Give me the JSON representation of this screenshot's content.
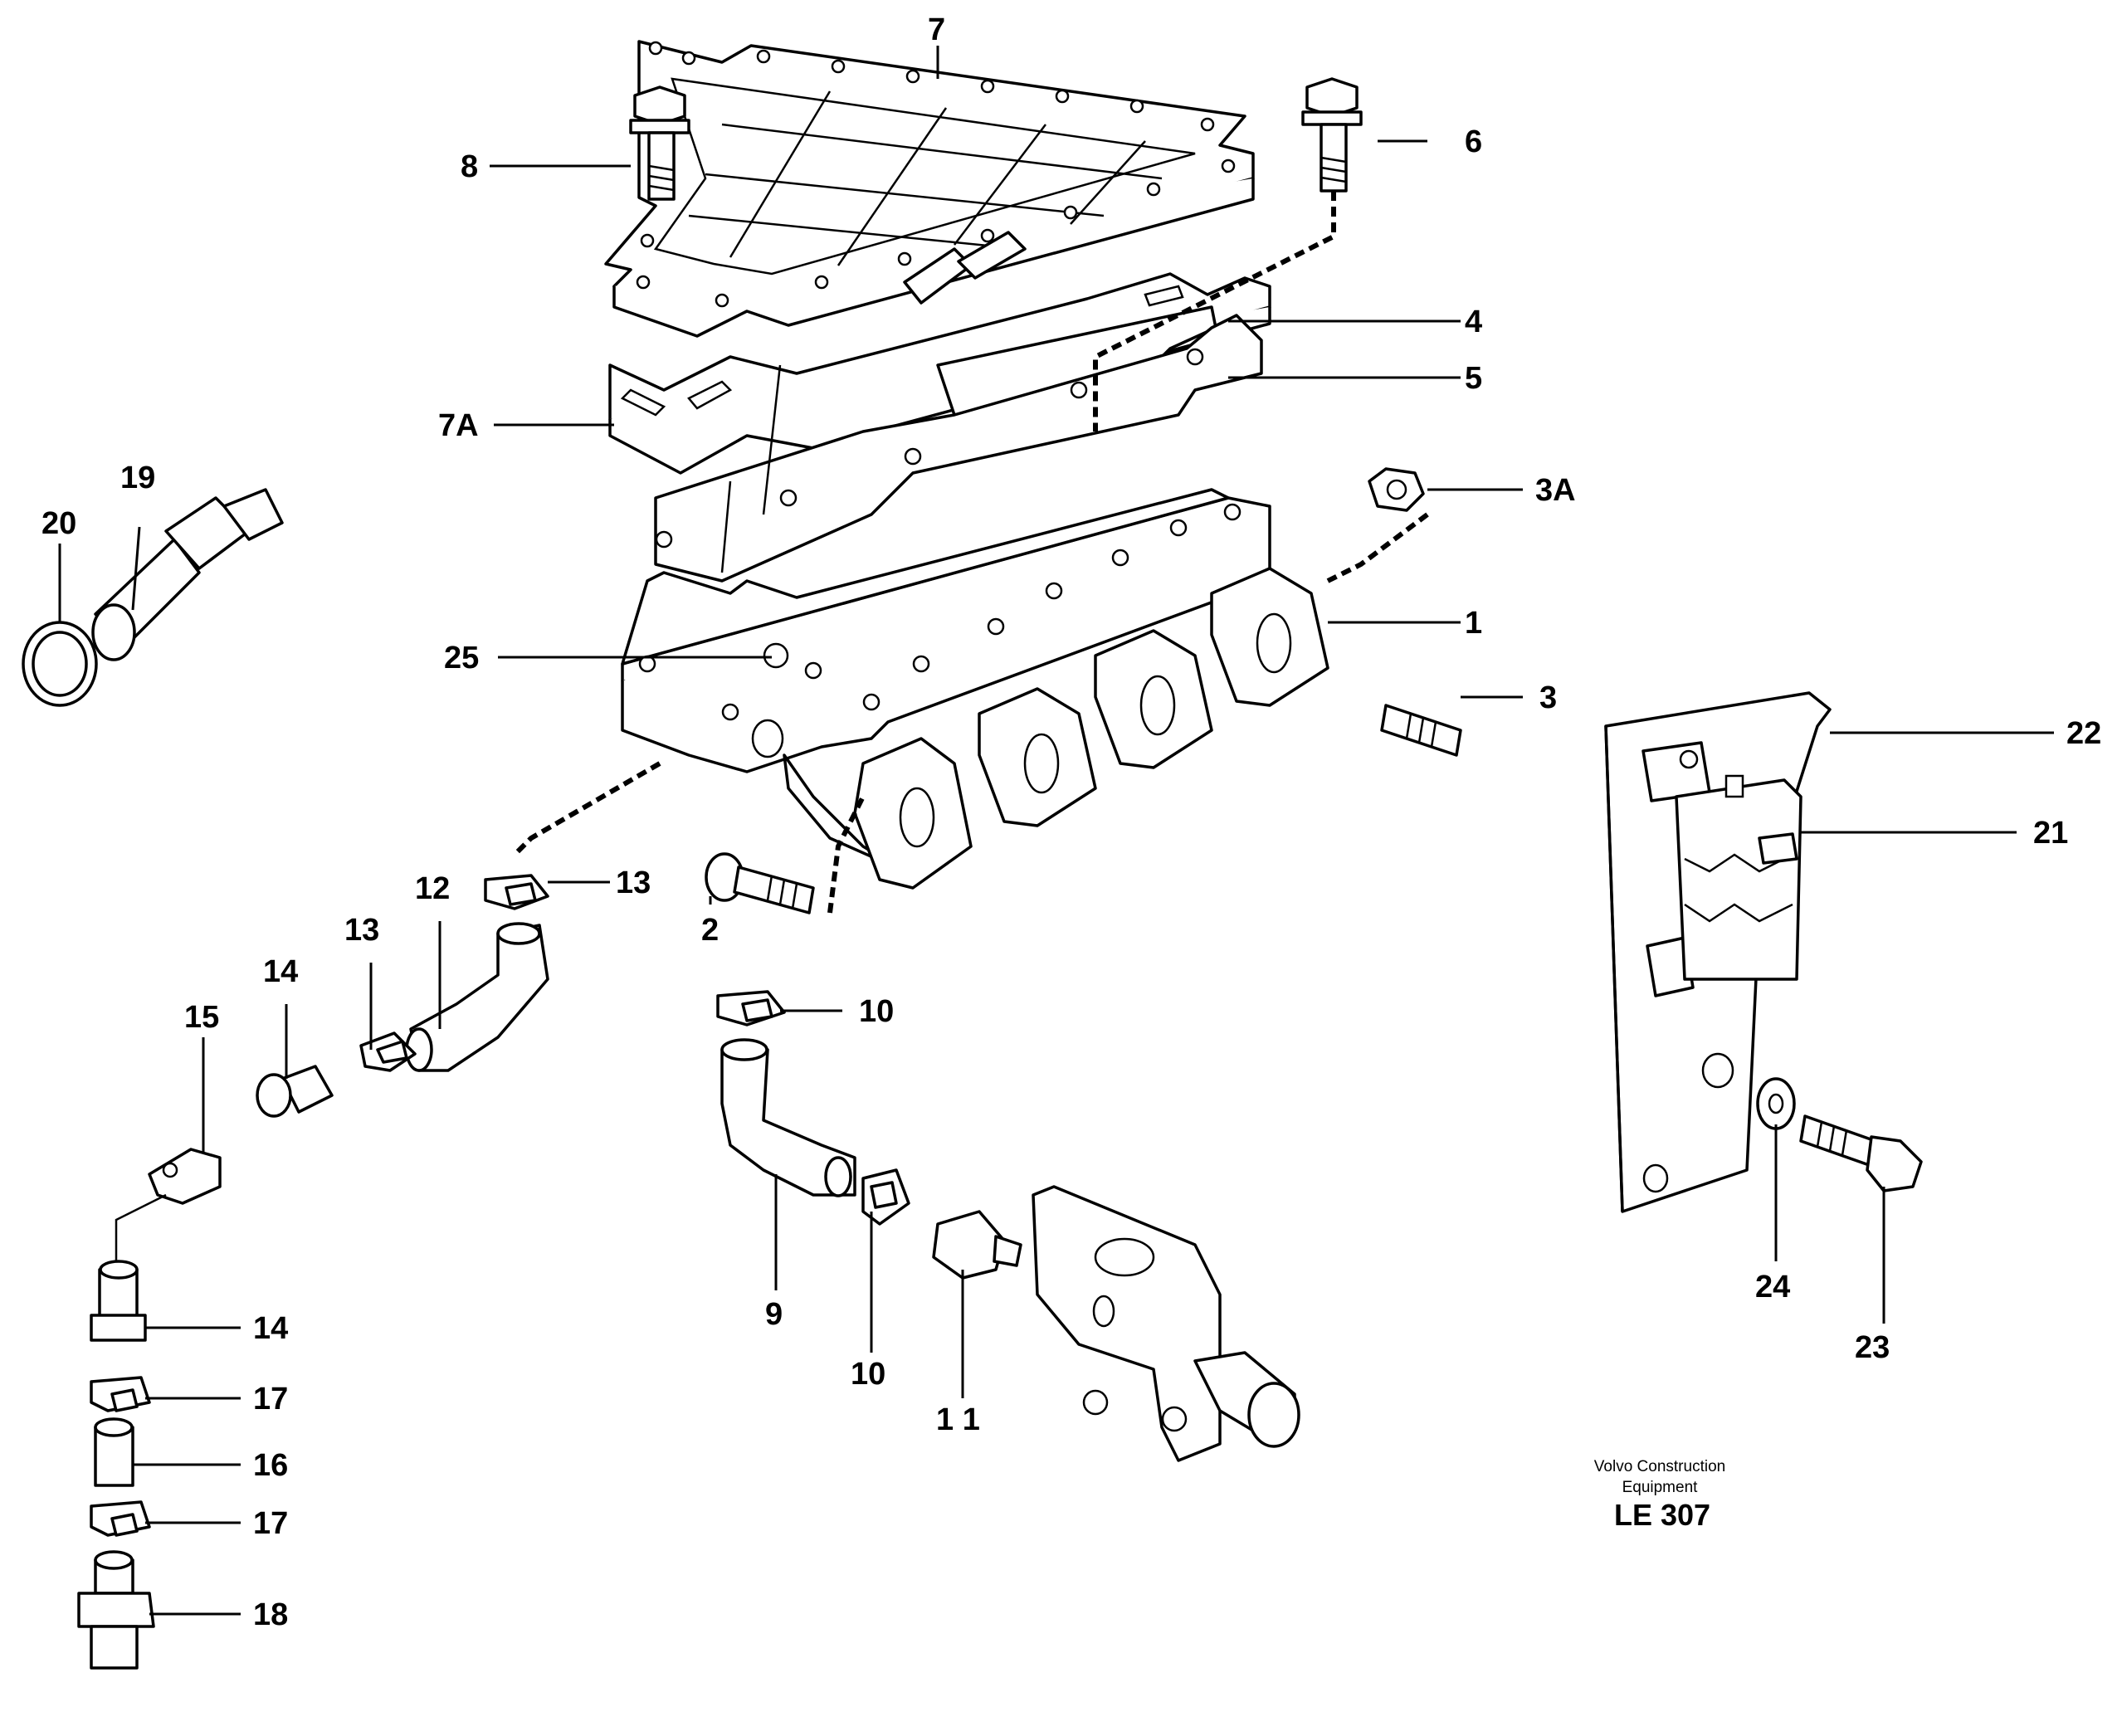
{
  "diagram": {
    "callouts": [
      {
        "id": "c7",
        "text": "7"
      },
      {
        "id": "c8",
        "text": "8"
      },
      {
        "id": "c6",
        "text": "6"
      },
      {
        "id": "c4",
        "text": "4"
      },
      {
        "id": "c5",
        "text": "5"
      },
      {
        "id": "c7A",
        "text": "7A"
      },
      {
        "id": "c3A",
        "text": "3A"
      },
      {
        "id": "c19",
        "text": "19"
      },
      {
        "id": "c20",
        "text": "20"
      },
      {
        "id": "c1",
        "text": "1"
      },
      {
        "id": "c25",
        "text": "25"
      },
      {
        "id": "c3",
        "text": "3"
      },
      {
        "id": "c22",
        "text": "22"
      },
      {
        "id": "c21",
        "text": "21"
      },
      {
        "id": "c13a",
        "text": "13"
      },
      {
        "id": "c12",
        "text": "12"
      },
      {
        "id": "c13b",
        "text": "13"
      },
      {
        "id": "c2",
        "text": "2"
      },
      {
        "id": "c14a",
        "text": "14"
      },
      {
        "id": "c10a",
        "text": "10"
      },
      {
        "id": "c15",
        "text": "15"
      },
      {
        "id": "c9",
        "text": "9"
      },
      {
        "id": "c10b",
        "text": "10"
      },
      {
        "id": "c11",
        "text": "1 1"
      },
      {
        "id": "c24",
        "text": "24"
      },
      {
        "id": "c23",
        "text": "23"
      },
      {
        "id": "c14b",
        "text": "14"
      },
      {
        "id": "c17a",
        "text": "17"
      },
      {
        "id": "c16",
        "text": "16"
      },
      {
        "id": "c17b",
        "text": "17"
      },
      {
        "id": "c18",
        "text": "18"
      }
    ],
    "caption": {
      "line1": "Volvo Construction",
      "line2": "Equipment",
      "code": "LE 307"
    }
  }
}
